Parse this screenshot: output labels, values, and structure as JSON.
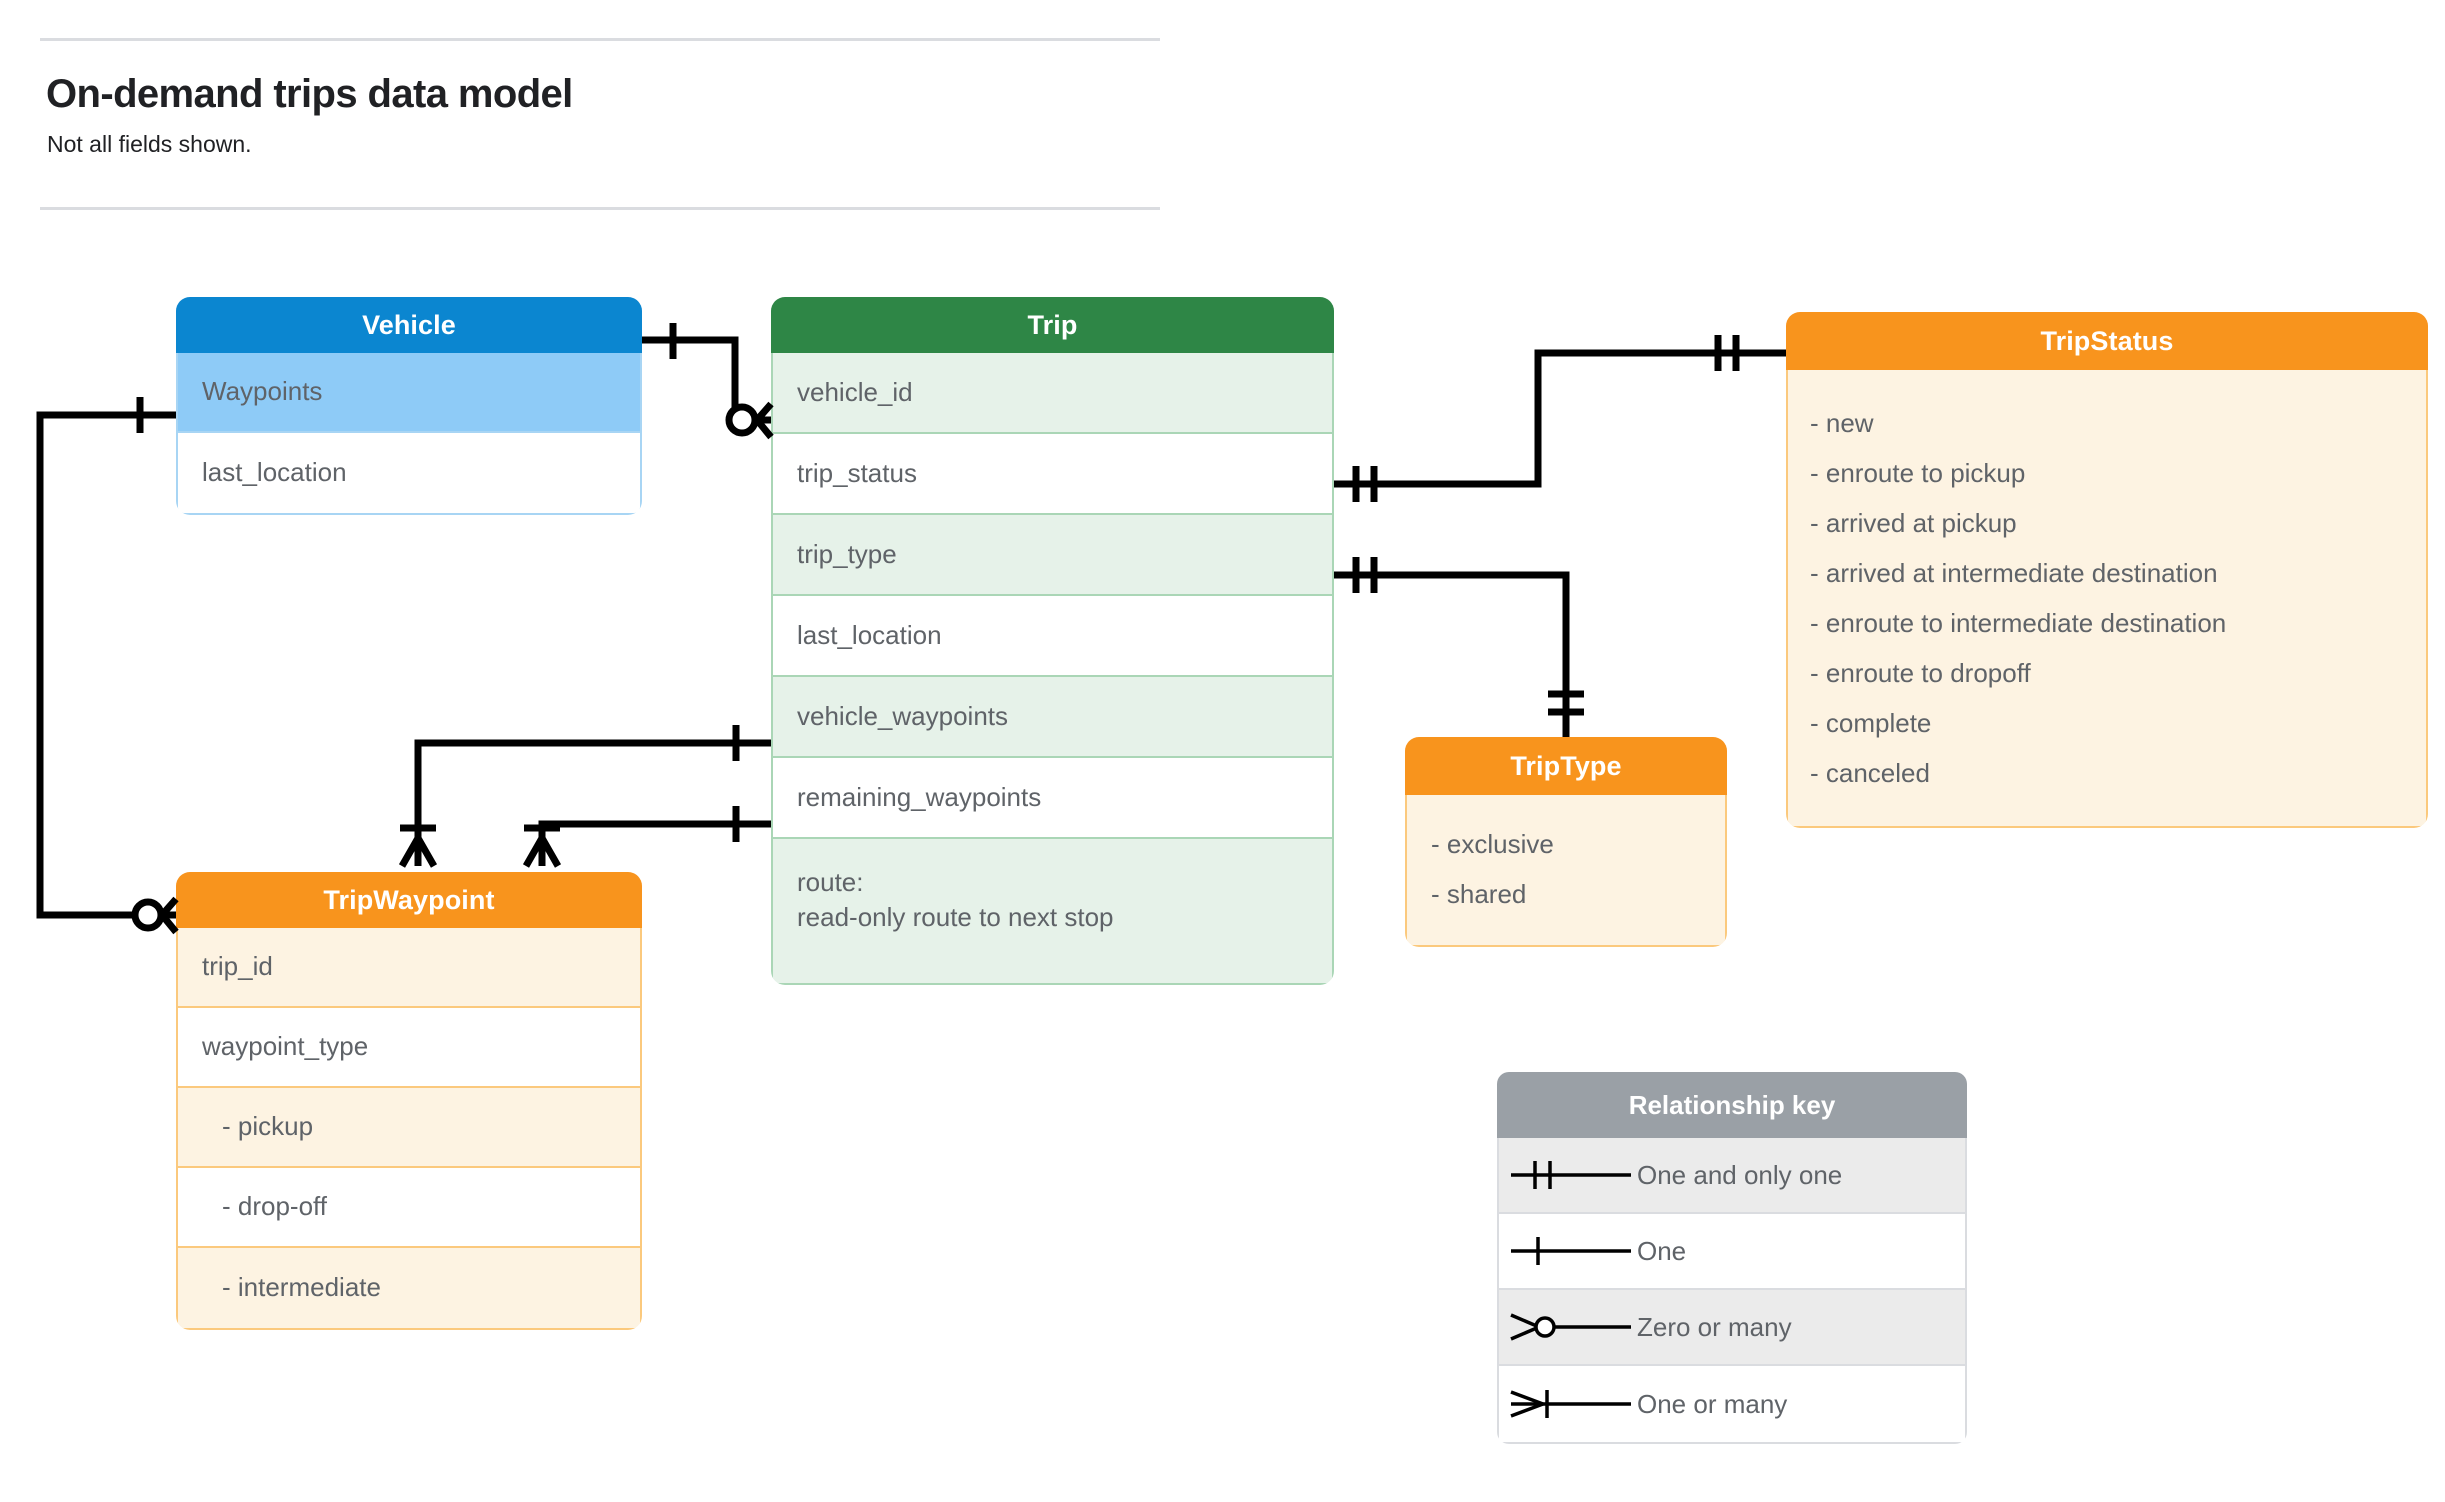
{
  "page": {
    "title": "On-demand trips data model",
    "subtitle": "Not all fields shown."
  },
  "colors": {
    "vehicle_header": "#0b86d0",
    "vehicle_row_alt": "#8ecbf7",
    "vehicle_border": "#a8d5f4",
    "trip_header": "#2e8646",
    "trip_row_alt": "#e6f2e9",
    "trip_border": "#aad6b6",
    "orange_header": "#f8941d",
    "orange_row_alt": "#fdf3e2",
    "orange_border": "#fbc97d",
    "legend_header": "#9aa0a6",
    "legend_row_alt": "#ebebeb",
    "text": "#5f6368",
    "connector": "#000000"
  },
  "entities": {
    "vehicle": {
      "name": "Vehicle",
      "fields": [
        {
          "label": "Waypoints"
        },
        {
          "label": "last_location"
        }
      ]
    },
    "trip": {
      "name": "Trip",
      "fields": [
        {
          "label": "vehicle_id"
        },
        {
          "label": "trip_status"
        },
        {
          "label": "trip_type"
        },
        {
          "label": "last_location"
        },
        {
          "label": "vehicle_waypoints"
        },
        {
          "label": "remaining_waypoints"
        },
        {
          "label": "route:\nread-only route to next stop"
        }
      ]
    },
    "tripwaypoint": {
      "name": "TripWaypoint",
      "fields": [
        {
          "label": "trip_id"
        },
        {
          "label": "waypoint_type"
        },
        {
          "label": "-  pickup"
        },
        {
          "label": "-  drop-off"
        },
        {
          "label": "-  intermediate"
        }
      ]
    },
    "tripstatus": {
      "name": "TripStatus",
      "values": [
        "- new",
        "- enroute to pickup",
        "- arrived at pickup",
        "- arrived at intermediate destination",
        "- enroute to intermediate destination",
        "- enroute to dropoff",
        "- complete",
        "- canceled"
      ]
    },
    "triptype": {
      "name": "TripType",
      "values": [
        "- exclusive",
        "- shared"
      ]
    }
  },
  "legend": {
    "title": "Relationship key",
    "rows": [
      {
        "symbol": "one-and-only-one-icon",
        "label": "One and only one"
      },
      {
        "symbol": "one-icon",
        "label": "One"
      },
      {
        "symbol": "zero-or-many-icon",
        "label": "Zero or many"
      },
      {
        "symbol": "one-or-many-icon",
        "label": "One or many"
      }
    ]
  },
  "relationships": [
    {
      "id": "vehicle-to-trip",
      "from": "Vehicle",
      "from_cardinality": "One",
      "to": "Trip.vehicle_id",
      "to_cardinality": "Zero or many"
    },
    {
      "id": "trip-status-to-tripstatus",
      "from": "Trip.trip_status",
      "from_cardinality": "One and only one",
      "to": "TripStatus",
      "to_cardinality": "One and only one"
    },
    {
      "id": "trip-type-to-triptype",
      "from": "Trip.trip_type",
      "from_cardinality": "One and only one",
      "to": "TripType",
      "to_cardinality": "One and only one"
    },
    {
      "id": "trip-vehicle-waypoints-to-tripwaypoint",
      "from": "Trip.vehicle_waypoints",
      "from_cardinality": "One",
      "to": "TripWaypoint",
      "to_cardinality": "One or many"
    },
    {
      "id": "trip-remaining-waypoints-to-tripwaypoint",
      "from": "Trip.remaining_waypoints",
      "from_cardinality": "One",
      "to": "TripWaypoint",
      "to_cardinality": "One or many"
    },
    {
      "id": "vehicle-waypoints-to-tripwaypoint",
      "from": "Vehicle.Waypoints",
      "from_cardinality": "One",
      "to": "TripWaypoint",
      "to_cardinality": "Zero or many"
    }
  ]
}
